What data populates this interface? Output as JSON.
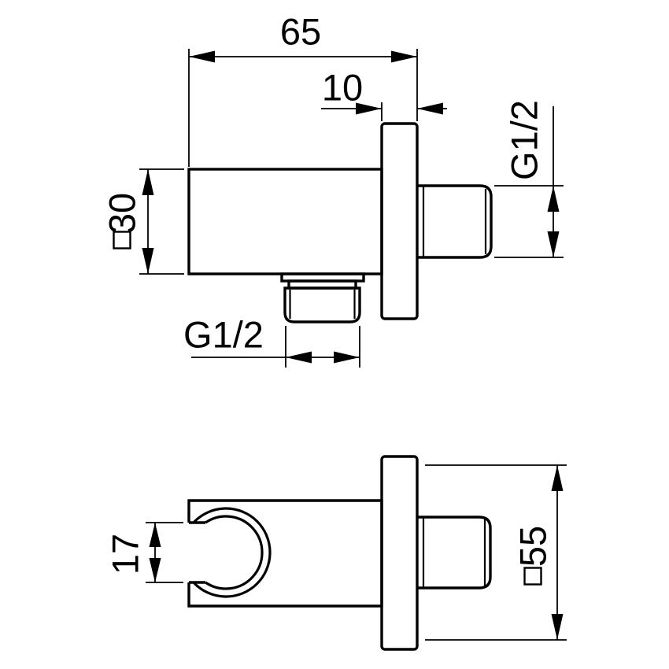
{
  "labels": {
    "top_view": {
      "width_overall": "65",
      "plate_thickness": "10",
      "body_square": {
        "symbol": "□",
        "value": "30"
      },
      "thread_side": "G1/2",
      "thread_bottom": "G1/2"
    },
    "bottom_view": {
      "cradle_opening": "17",
      "plate_square": {
        "symbol": "□",
        "value": "55"
      }
    }
  },
  "colors": {
    "line": "#000000",
    "background": "#ffffff"
  }
}
